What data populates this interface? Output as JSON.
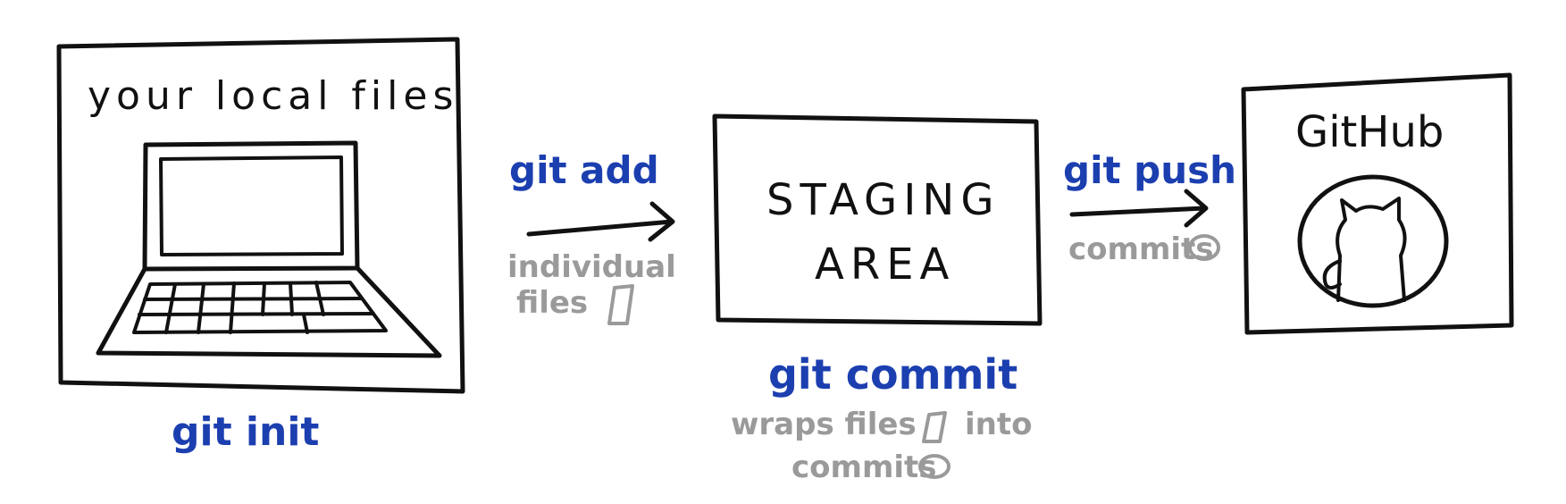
{
  "local_box": {
    "title": "your local files",
    "command": "git init"
  },
  "add_step": {
    "command": "git add",
    "note_line1": "individual",
    "note_line2": "files"
  },
  "staging_box": {
    "title_line1": "STAGING",
    "title_line2": "AREA"
  },
  "commit_step": {
    "command": "git commit",
    "note_line1": "wraps files",
    "note_line1_end": "into",
    "note_line2": "commits"
  },
  "push_step": {
    "command": "git push",
    "note": "commits"
  },
  "remote_box": {
    "title": "GitHub"
  },
  "colors": {
    "ink": "#111111",
    "command": "#1c3fb0",
    "note": "#9a9a9a"
  },
  "icons": [
    "laptop-icon",
    "file-icon",
    "commit-circle-icon",
    "github-octocat-icon",
    "arrow-right-icon"
  ]
}
